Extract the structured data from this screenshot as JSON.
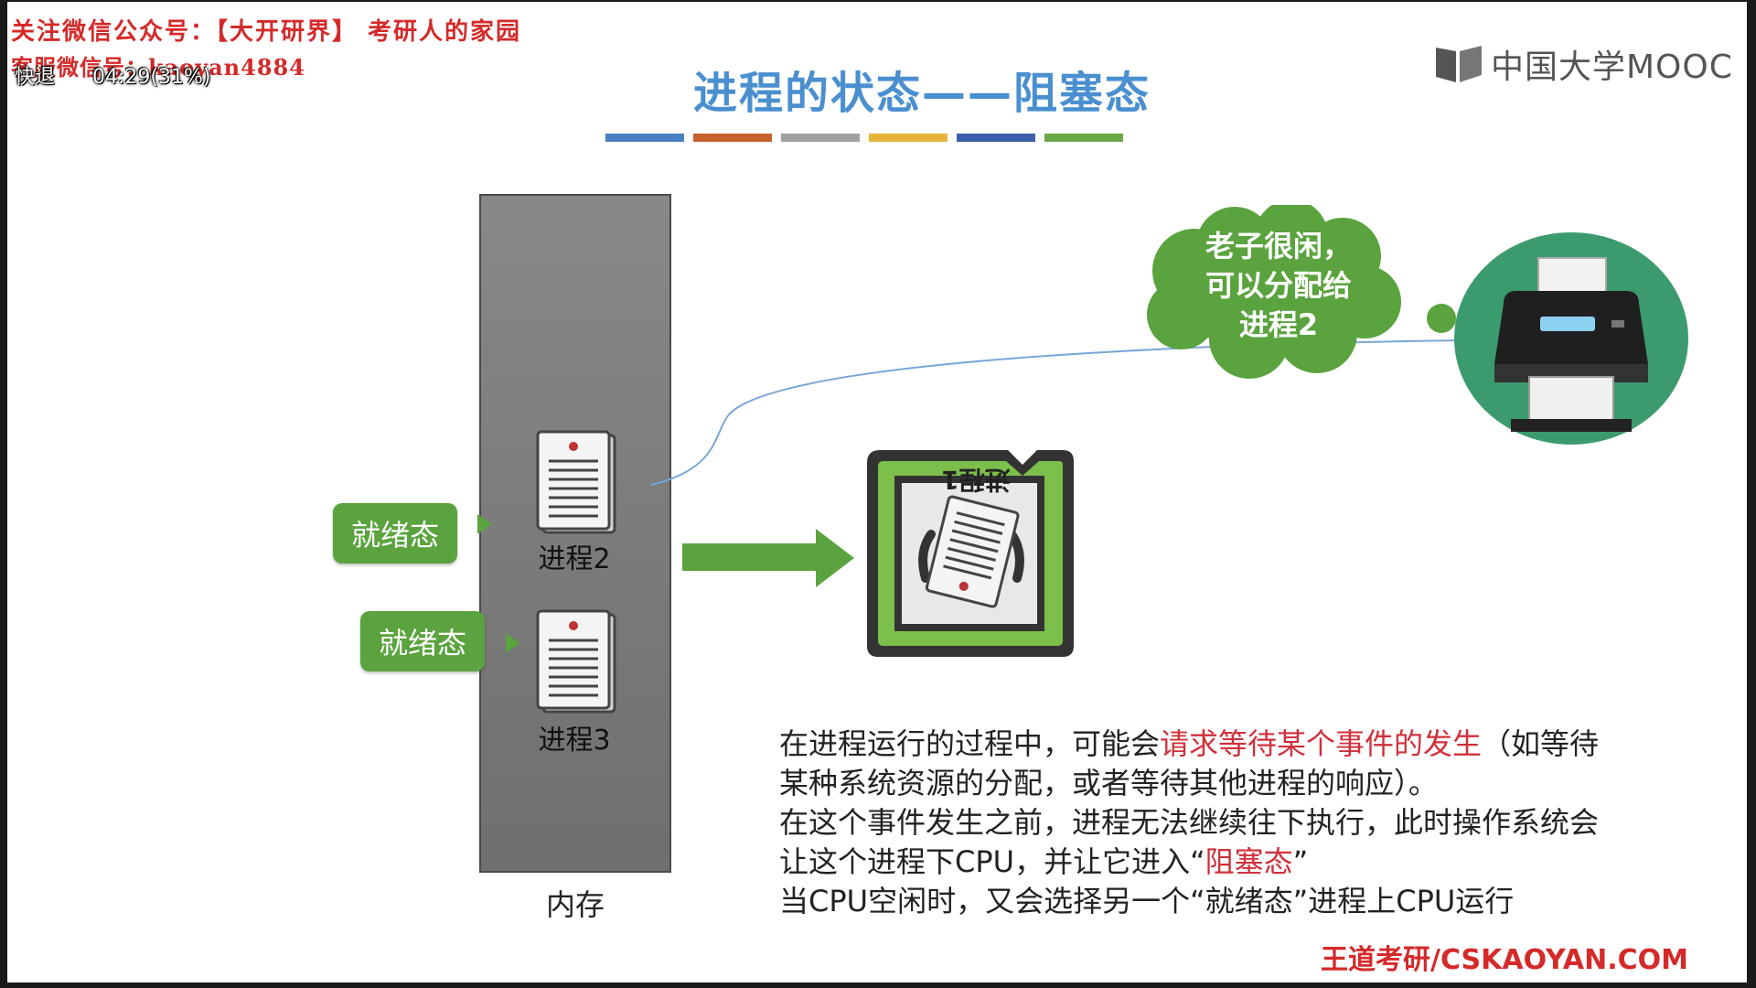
{
  "watermark": {
    "line1": "关注微信公众号：【大开研界】 考研人的家园",
    "line2": "客服微信号：kaoyan4884"
  },
  "overlay": {
    "action": "快退",
    "time": "04:29(31%)"
  },
  "slide": {
    "title": "进程的状态——阻塞态",
    "title_bar_colors": [
      "#4a7fc1",
      "#c7622c",
      "#a0a0a0",
      "#e6b43a",
      "#3a5fa8",
      "#6aa846"
    ],
    "logo_text": "中国大学MOOC"
  },
  "memory": {
    "label": "内存",
    "processes": [
      {
        "label": "进程2",
        "state": "就绪态"
      },
      {
        "label": "进程3",
        "state": "就绪态"
      }
    ]
  },
  "cpu": {
    "process_label": "进程1"
  },
  "printer": {
    "thought": [
      "老子很闲，",
      "可以分配给",
      "进程2"
    ]
  },
  "paragraph": {
    "p1_a": "在进程运行的过程中，可能会",
    "p1_red": "请求等待某个事件的发生",
    "p1_b": "（如等待",
    "p2": "某种系统资源的分配，或者等待其他进程的响应）。",
    "p3": "在这个事件发生之前，进程无法继续往下执行，此时操作系统会",
    "p4_a": "让这个进程下CPU，并让它进入“",
    "p4_red": "阻塞态",
    "p4_b": "”",
    "p5": "当CPU空闲时，又会选择另一个“就绪态”进程上CPU运行"
  },
  "footer": "王道考研/CSKAOYAN.COM",
  "colors": {
    "accent_green": "#5aa33e",
    "title_blue": "#4a8fd0",
    "emphasis_red": "#d0303a"
  }
}
